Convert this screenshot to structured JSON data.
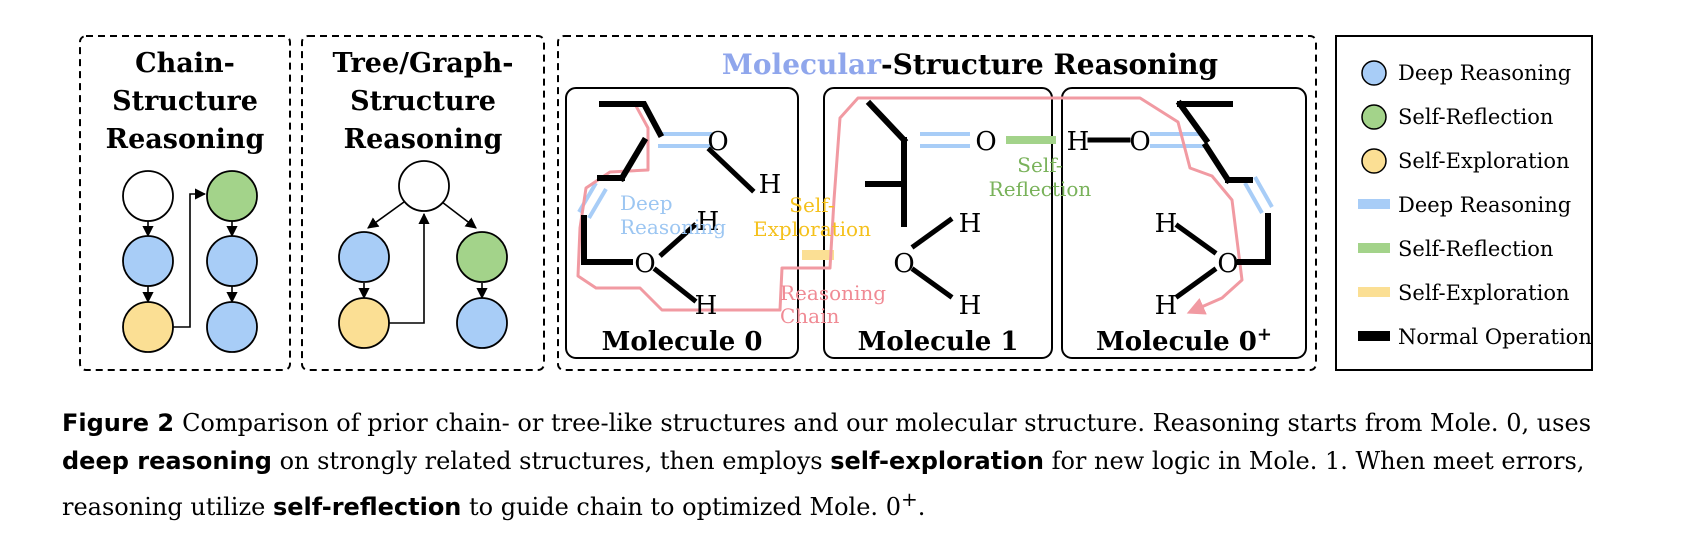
{
  "panels": {
    "chain": {
      "title": [
        "Chain-",
        "Structure",
        "Reasoning"
      ]
    },
    "tree": {
      "title": [
        "Tree/Graph-",
        "Structure",
        "Reasoning"
      ]
    },
    "molecular": {
      "title_accent": "Molecular",
      "title_rest": "-Structure Reasoning",
      "accent_color": "#8fa6ec",
      "molecules": [
        {
          "label": "Molecule 0"
        },
        {
          "label": "Molecule 1"
        },
        {
          "label": "Molecule 0",
          "sup": "+"
        }
      ],
      "atoms": {
        "O": "O",
        "H": "H"
      },
      "annotations": {
        "deep": [
          "Deep",
          "Reasoning"
        ],
        "exploration": [
          "Self-",
          "Exploration"
        ],
        "reflection": [
          "Self-",
          "Reflection"
        ],
        "chain": [
          "Reasoning",
          "Chain"
        ]
      }
    }
  },
  "legend": [
    {
      "label": "Deep Reasoning",
      "kind": "circle",
      "color": "#a8cdf7"
    },
    {
      "label": "Self-Reflection",
      "kind": "circle",
      "color": "#a3d38a"
    },
    {
      "label": "Self-Exploration",
      "kind": "circle",
      "color": "#fbdf94"
    },
    {
      "label": "Deep Reasoning",
      "kind": "bar",
      "color": "#a8cdf7"
    },
    {
      "label": "Self-Reflection",
      "kind": "bar",
      "color": "#a3d38a"
    },
    {
      "label": "Self-Exploration",
      "kind": "bar",
      "color": "#fbdf94"
    },
    {
      "label": "Normal Operation",
      "kind": "bar",
      "color": "#000000"
    }
  ],
  "colors": {
    "deep": "#a8cdf7",
    "reflection": "#a3d38a",
    "exploration": "#fbdf94",
    "chain": "#f19aa2",
    "deep_text": "#9cc6f2",
    "reflection_text": "#79b25a",
    "exploration_text": "#f5c11c",
    "chain_text": "#f08a94"
  },
  "caption": {
    "label": "Figure 2",
    "t1": "Comparison of prior chain- or tree-like structures and our molecular structure. Reasoning starts from Mole. 0, uses ",
    "b1": "deep reasoning",
    "t2": " on strongly related structures, then employs ",
    "b2": "self-exploration",
    "t3": " for new logic in Mole. 1. When meet errors, reasoning utilize ",
    "b3": "self-reflection",
    "t4": " to guide chain to optimized Mole. 0",
    "sup": "+",
    "t5": "."
  }
}
